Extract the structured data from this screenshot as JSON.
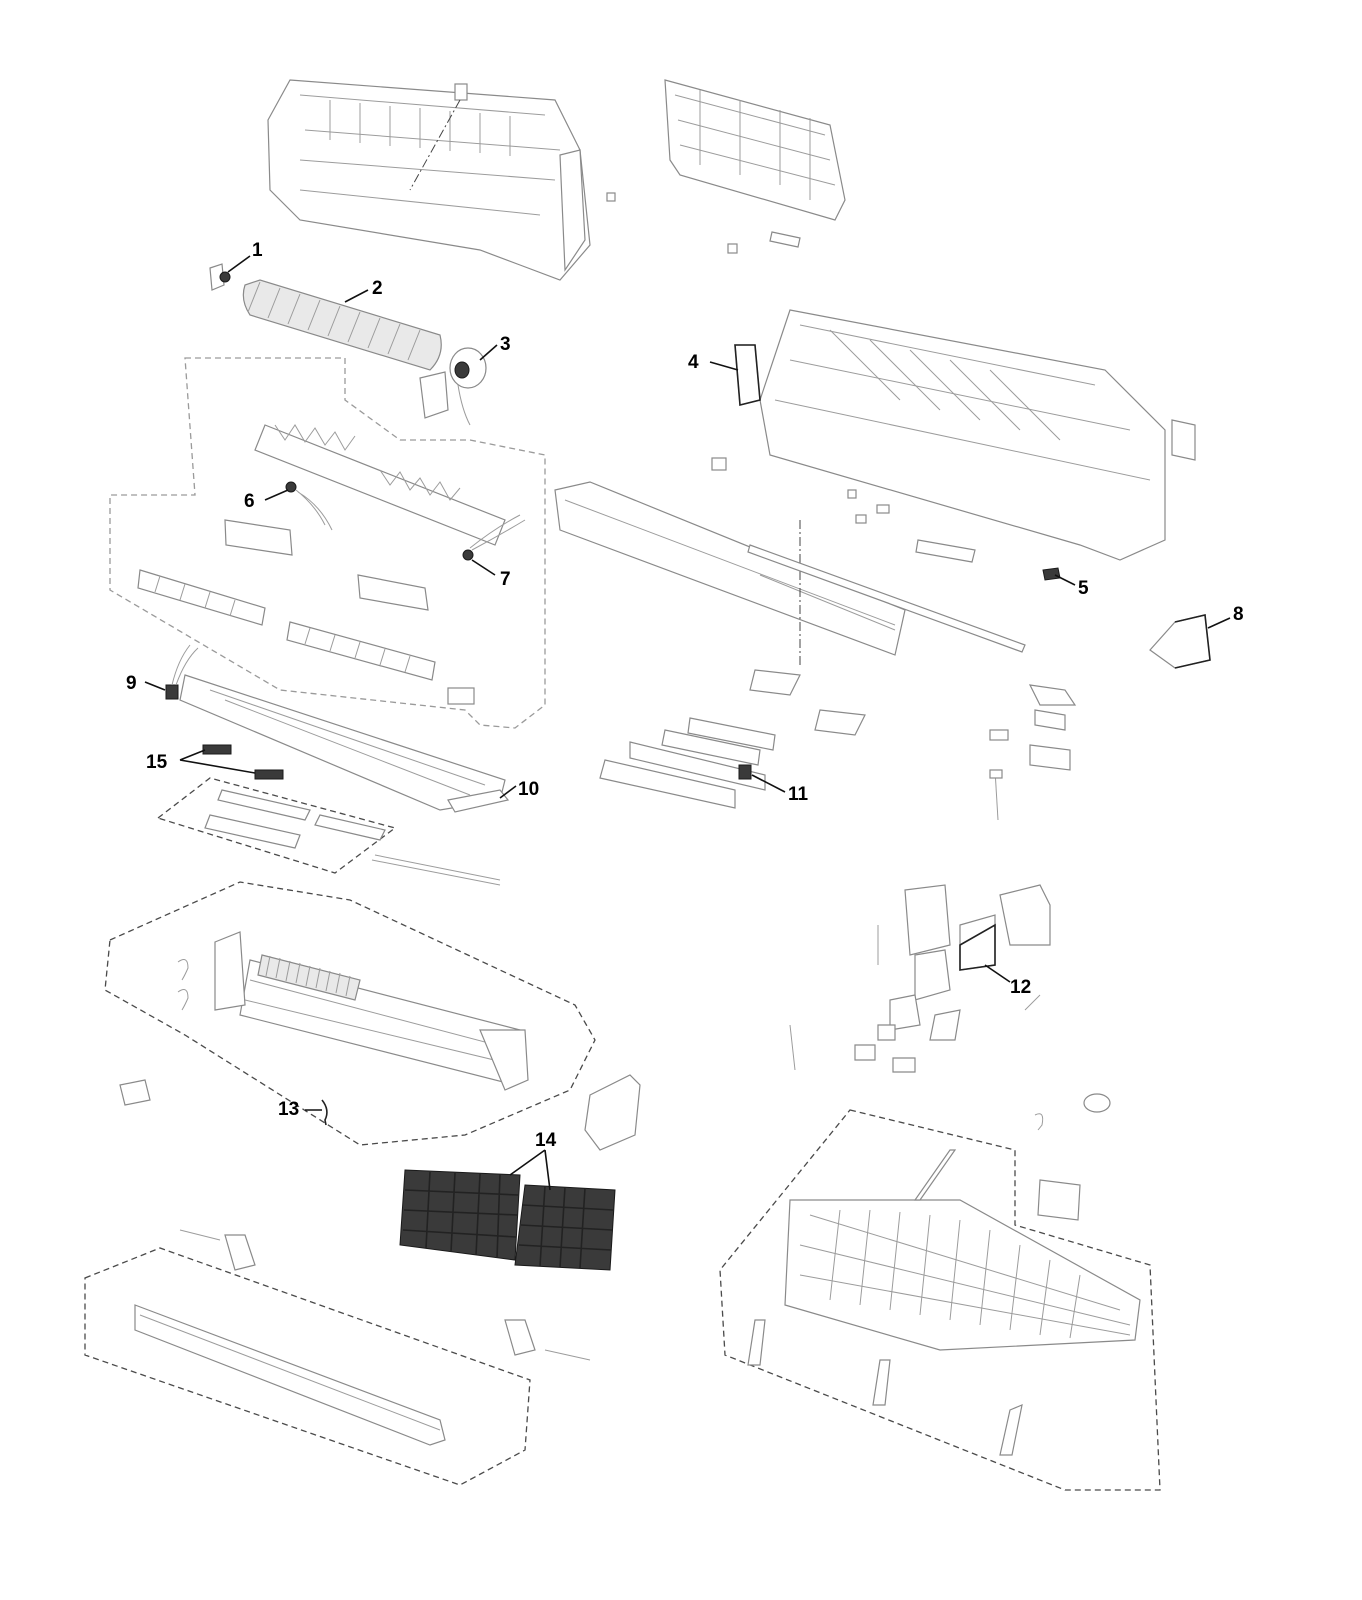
{
  "callouts": [
    {
      "id": "1",
      "label": "1"
    },
    {
      "id": "2",
      "label": "2"
    },
    {
      "id": "3",
      "label": "3"
    },
    {
      "id": "4",
      "label": "4"
    },
    {
      "id": "5",
      "label": "5"
    },
    {
      "id": "6",
      "label": "6"
    },
    {
      "id": "7",
      "label": "7"
    },
    {
      "id": "8",
      "label": "8"
    },
    {
      "id": "9",
      "label": "9"
    },
    {
      "id": "10",
      "label": "10"
    },
    {
      "id": "11",
      "label": "11"
    },
    {
      "id": "12",
      "label": "12"
    },
    {
      "id": "13",
      "label": "13"
    },
    {
      "id": "14",
      "label": "14"
    },
    {
      "id": "15",
      "label": "15"
    }
  ],
  "colors": {
    "line_art": "#8a8a8a",
    "highlighted_parts": "#1a1a1a",
    "background": "#ffffff"
  }
}
